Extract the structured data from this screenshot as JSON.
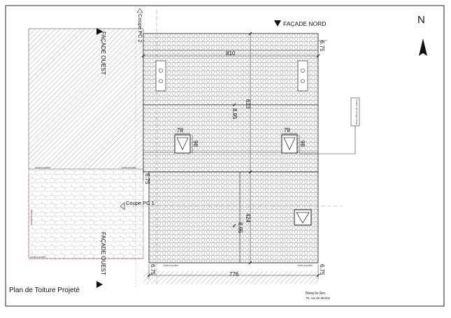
{
  "drawing": {
    "title": "Plan de Toiture Projeté",
    "address_line1": "Noisy-le-Sec",
    "address_line2": "79, rue de Merlan",
    "north_label": "N"
  },
  "facades": {
    "north": "FAÇADE NORD",
    "west_top": "FAÇADE OUEST",
    "west_bottom": "FAÇADE OUEST"
  },
  "sections": {
    "pc1": "Coupe PC 1",
    "pc2": "Coupe PC 2"
  },
  "dimensions": {
    "top_width": "810",
    "bottom_width": "776",
    "upper_depth": "633",
    "lower_depth": "424",
    "ridge_upper": "8.95",
    "ridge_lower": "8.95",
    "eave_top_right": "6.75",
    "eave_mid_left": "6.75",
    "eave_bottom_left": "6.75",
    "eave_bottom_right": "6.75",
    "skylight1_w": "78",
    "skylight1_h": "98",
    "skylight2_w": "78",
    "skylight2_h": "98"
  },
  "limits": {
    "label": "Limite propriété"
  },
  "annotation": {
    "callout": "Fenêtre de toit type Velux"
  },
  "colors": {
    "line": "#222222",
    "hatch": "#9a9a9a",
    "property_limit": "#e05a6a"
  }
}
